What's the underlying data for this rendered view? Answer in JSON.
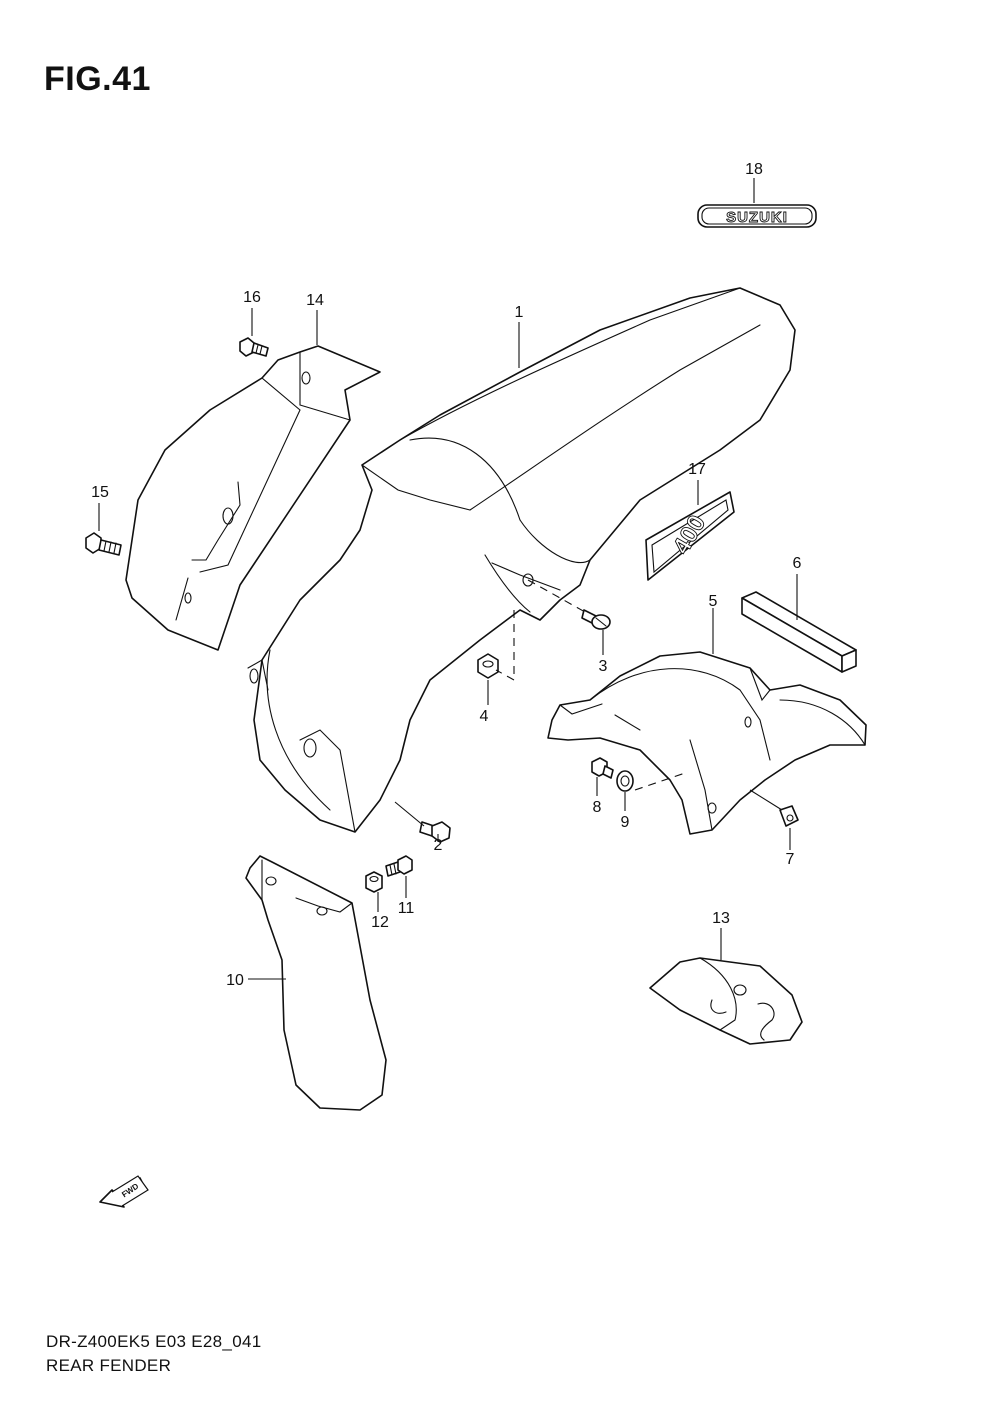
{
  "figure": {
    "title": "FIG.41"
  },
  "footer": {
    "model_code": "DR-Z400EK5 E03 E28_041",
    "section_name": "REAR FENDER"
  },
  "callouts": [
    "1",
    "2",
    "3",
    "4",
    "5",
    "6",
    "7",
    "8",
    "9",
    "10",
    "11",
    "12",
    "13",
    "14",
    "15",
    "16",
    "17",
    "18"
  ],
  "emblems": {
    "brand_badge": "SUZUKI",
    "model_badge": "400",
    "direction_arrow": "FWD"
  }
}
